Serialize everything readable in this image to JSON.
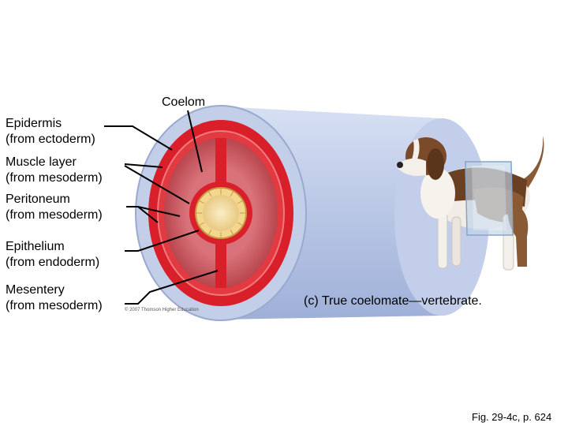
{
  "labels": {
    "coelom": "Coelom",
    "epidermis": [
      "Epidermis",
      "(from ectoderm)"
    ],
    "muscle_layer": [
      "Muscle layer",
      "(from mesoderm)"
    ],
    "peritoneum": [
      "Peritoneum",
      "(from mesoderm)"
    ],
    "epithelium": [
      "Epithelium",
      "(from endoderm)"
    ],
    "mesentery": [
      "Mesentery",
      "(from mesoderm)"
    ]
  },
  "caption": "(c) True coelomate—vertebrate.",
  "figure_ref": "Fig. 29-4c, p. 624",
  "copyright": "© 2007 Thomson Higher Education",
  "colors": {
    "tube_outer": "#b9c7e6",
    "muscle": "#d9202a",
    "coelom_cavity": "#c9575e",
    "gut_core": "#f2dca0",
    "dog_body": "#7a4a2a"
  }
}
